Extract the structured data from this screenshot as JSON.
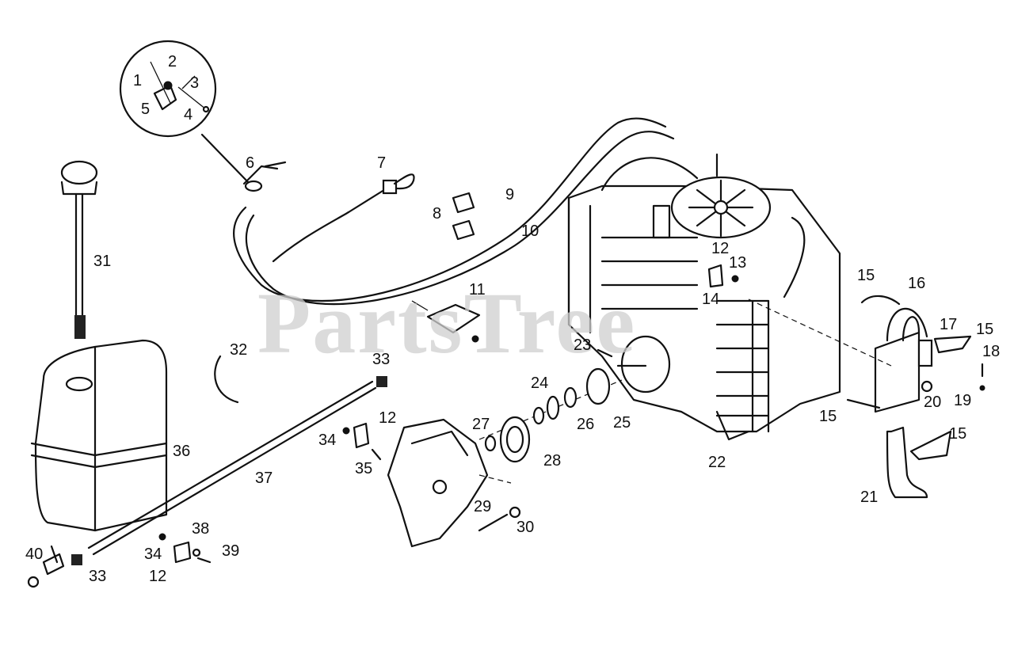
{
  "watermark": "PartsTree",
  "callouts": [
    "1",
    "2",
    "3",
    "4",
    "5",
    "6",
    "7",
    "8",
    "9",
    "10",
    "11",
    "12",
    "12",
    "12",
    "13",
    "14",
    "15",
    "15",
    "15",
    "15",
    "16",
    "17",
    "18",
    "19",
    "20",
    "21",
    "22",
    "23",
    "24",
    "25",
    "26",
    "27",
    "28",
    "29",
    "30",
    "31",
    "32",
    "33",
    "33",
    "34",
    "34",
    "35",
    "36",
    "37",
    "38",
    "39",
    "40"
  ]
}
